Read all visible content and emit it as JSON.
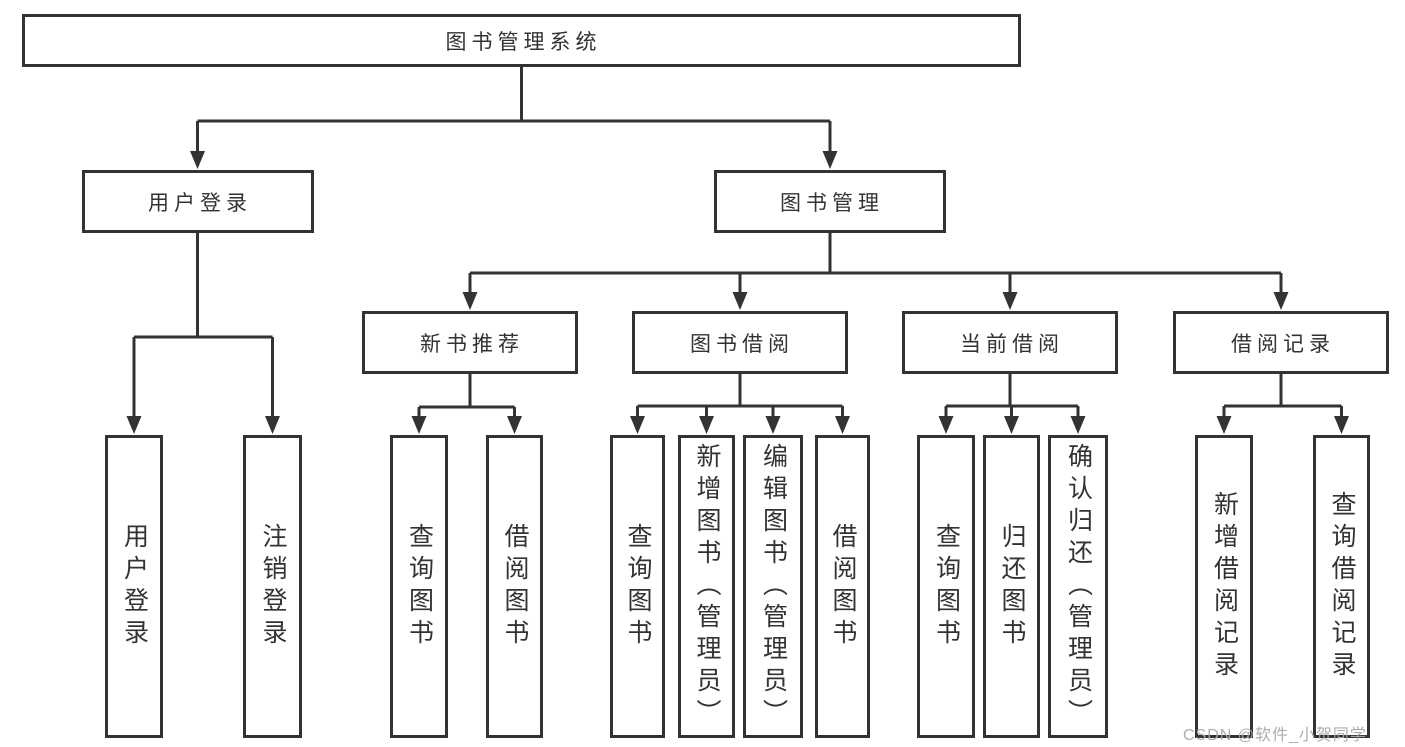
{
  "diagram": {
    "type": "hierarchy-tree",
    "colors": {
      "line": "#333333",
      "box_border": "#333333",
      "box_fill": "#ffffff",
      "text": "#333333",
      "watermark_text": "#a9a9a9",
      "background": "#ffffff"
    },
    "tree": {
      "root": "图书管理系统",
      "children": [
        {
          "label": "用户登录",
          "children": [
            {
              "label": "用户登录"
            },
            {
              "label": "注销登录"
            }
          ]
        },
        {
          "label": "图书管理",
          "children": [
            {
              "label": "新书推荐",
              "children": [
                {
                  "label": "查询图书"
                },
                {
                  "label": "借阅图书"
                }
              ]
            },
            {
              "label": "图书借阅",
              "children": [
                {
                  "label": "查询图书"
                },
                {
                  "label": "新增图书（管理员）"
                },
                {
                  "label": "编辑图书（管理员）"
                },
                {
                  "label": "借阅图书"
                }
              ]
            },
            {
              "label": "当前借阅",
              "children": [
                {
                  "label": "查询图书"
                },
                {
                  "label": "归还图书"
                },
                {
                  "label": "确认归还（管理员）"
                }
              ]
            },
            {
              "label": "借阅记录",
              "children": [
                {
                  "label": "新增借阅记录"
                },
                {
                  "label": "查询借阅记录"
                }
              ]
            }
          ]
        }
      ]
    }
  },
  "watermark": {
    "text": "CSDN @软件_小贺同学"
  }
}
